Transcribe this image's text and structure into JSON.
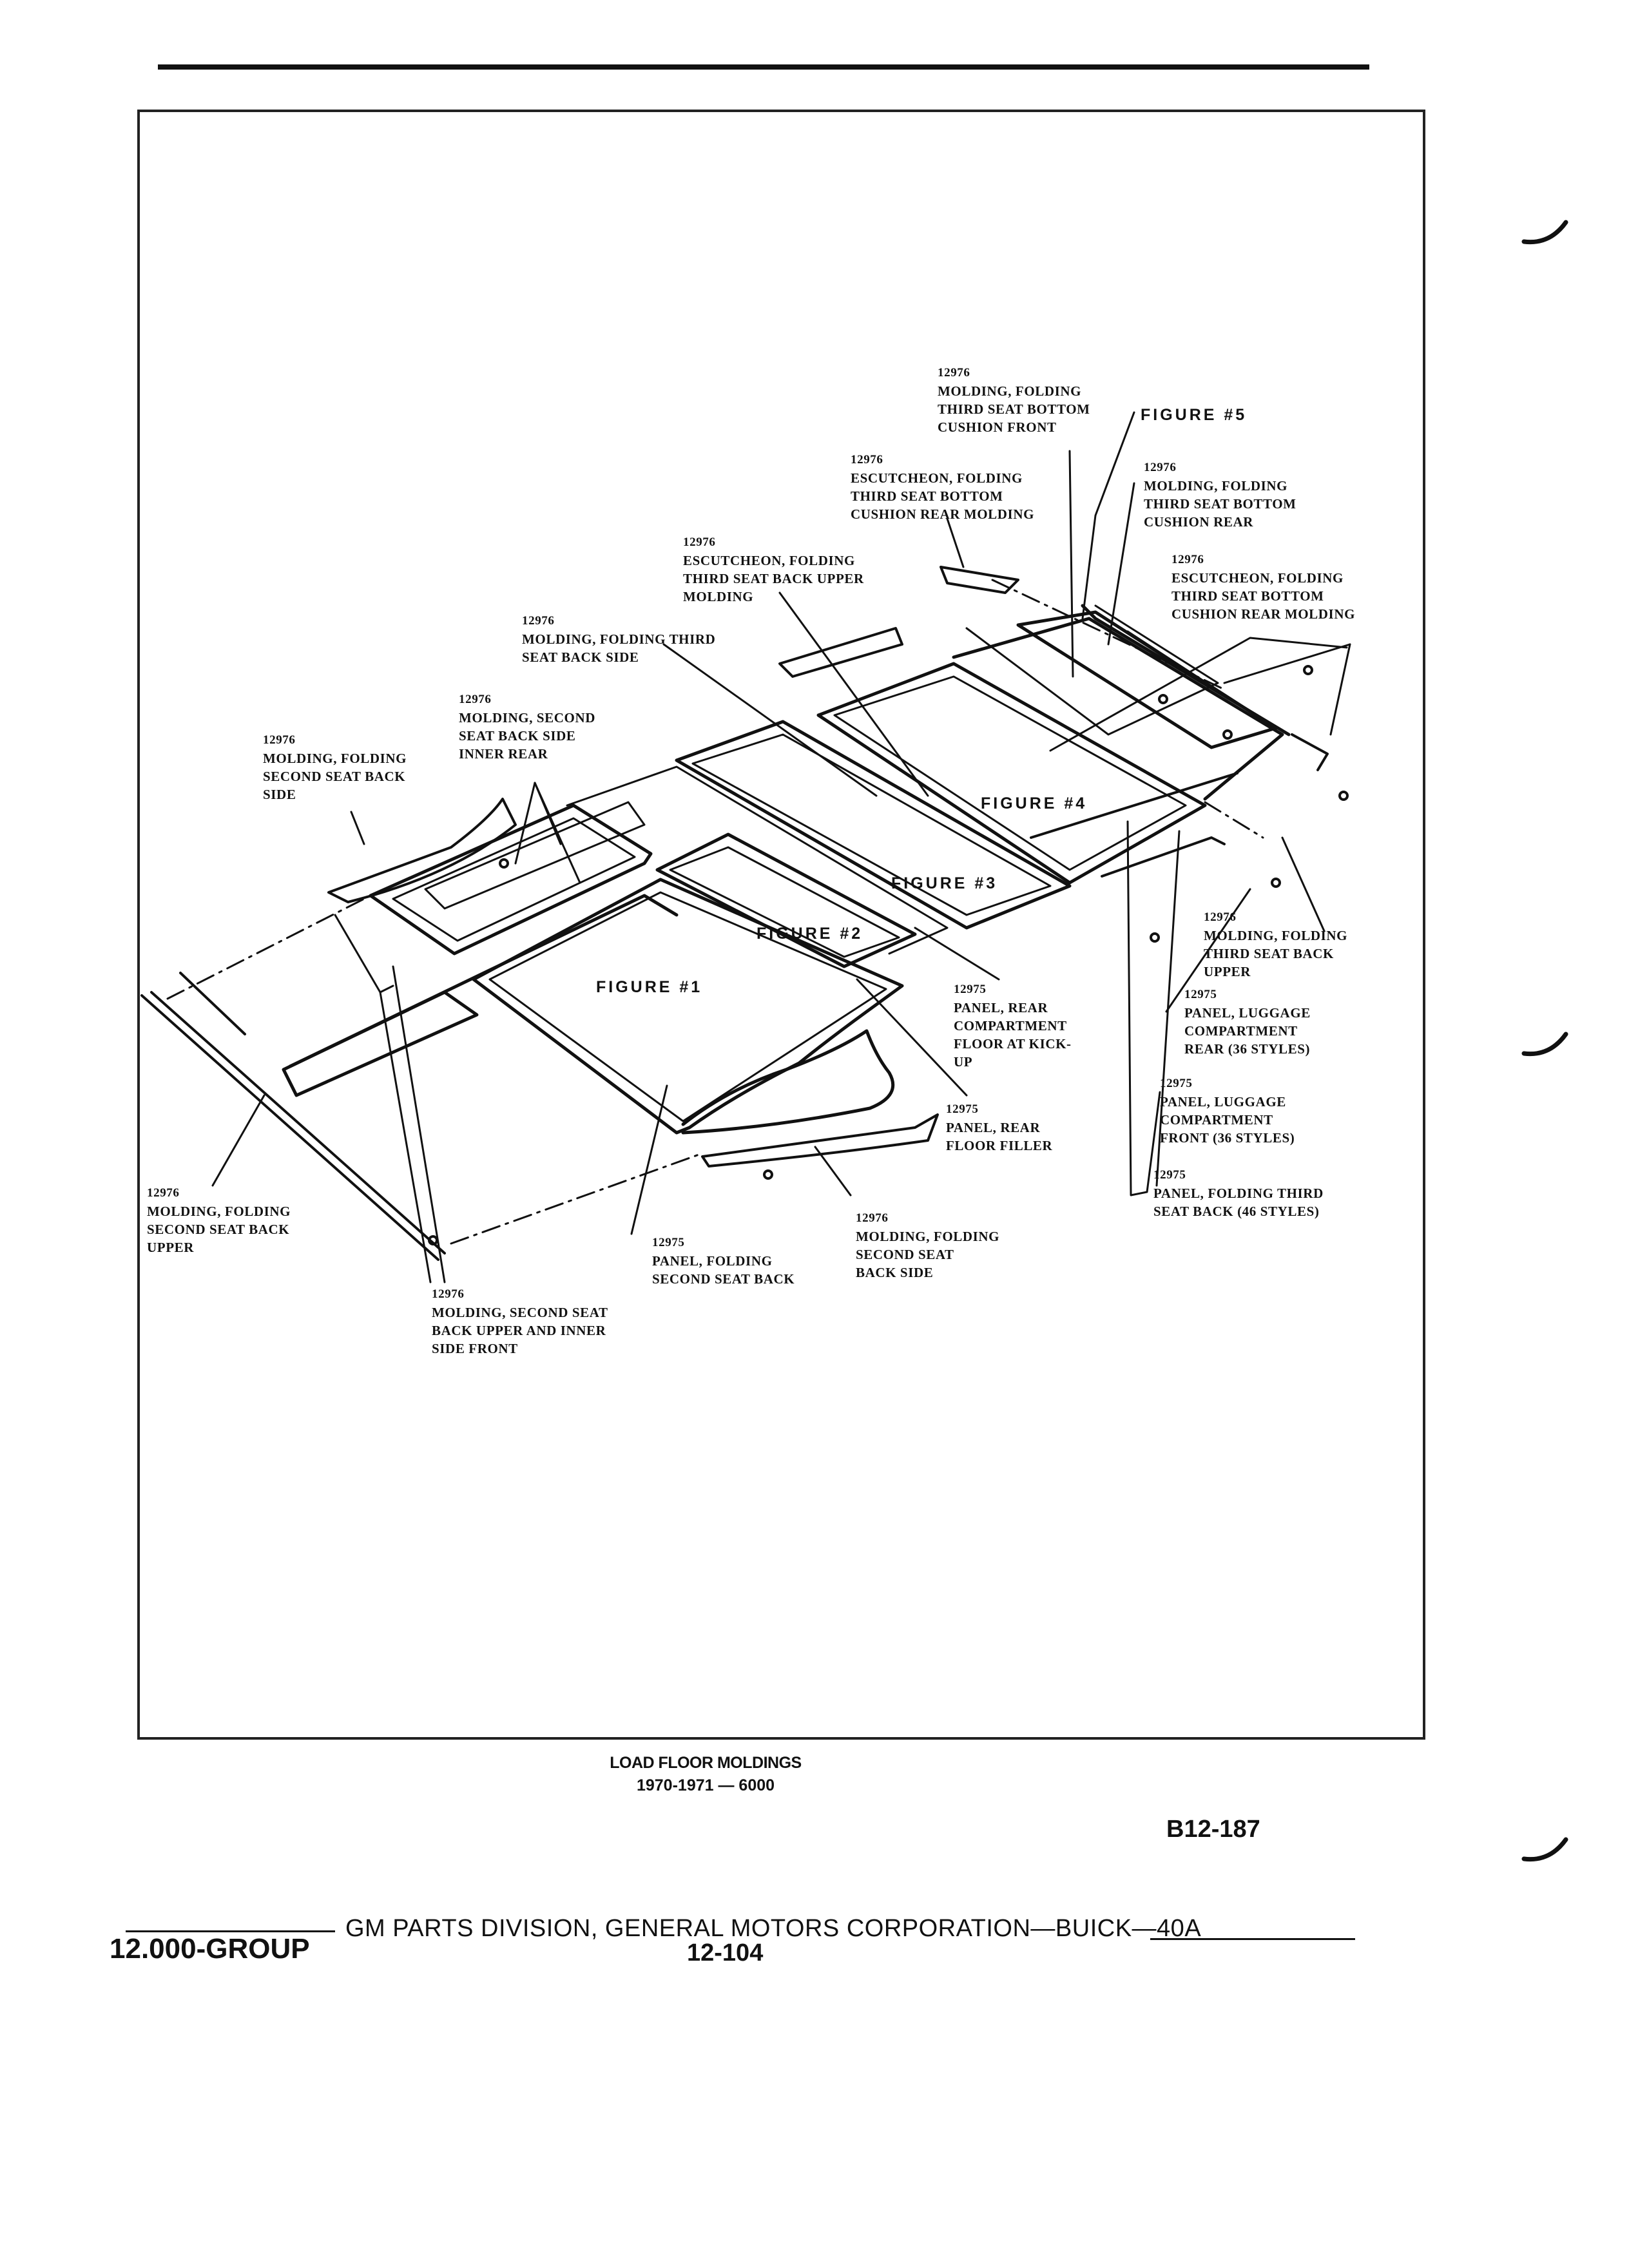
{
  "labels": [
    {
      "code": "12976",
      "desc": "MOLDING, FOLDING\nTHIRD SEAT BOTTOM\nCUSHION FRONT"
    },
    {
      "code": "12976",
      "desc": "ESCUTCHEON, FOLDING\nTHIRD SEAT BOTTOM\nCUSHION REAR MOLDING"
    },
    {
      "code": "12976",
      "desc": "MOLDING, FOLDING\nTHIRD SEAT BOTTOM\nCUSHION REAR"
    },
    {
      "code": "12976",
      "desc": "ESCUTCHEON, FOLDING\nTHIRD SEAT BACK UPPER\nMOLDING"
    },
    {
      "code": "12976",
      "desc": "ESCUTCHEON, FOLDING\nTHIRD SEAT BOTTOM\nCUSHION REAR MOLDING"
    },
    {
      "code": "12976",
      "desc": "MOLDING, FOLDING THIRD\nSEAT BACK SIDE"
    },
    {
      "code": "12976",
      "desc": "MOLDING, SECOND\nSEAT BACK SIDE\nINNER REAR"
    },
    {
      "code": "12976",
      "desc": "MOLDING, FOLDING\nSECOND SEAT BACK\nSIDE"
    },
    {
      "code": "12976",
      "desc": "MOLDING, FOLDING\nTHIRD SEAT BACK\nUPPER"
    },
    {
      "code": "12975",
      "desc": "PANEL, LUGGAGE\nCOMPARTMENT\nREAR (36 STYLES)"
    },
    {
      "code": "12975",
      "desc": "PANEL, REAR\nCOMPARTMENT\nFLOOR AT KICK-\nUP"
    },
    {
      "code": "12975",
      "desc": "PANEL, LUGGAGE\nCOMPARTMENT\nFRONT (36 STYLES)"
    },
    {
      "code": "12975",
      "desc": "PANEL, REAR\nFLOOR FILLER"
    },
    {
      "code": "12975",
      "desc": "PANEL, FOLDING THIRD\nSEAT BACK (46 STYLES)"
    },
    {
      "code": "12976",
      "desc": "MOLDING, FOLDING\nSECOND SEAT BACK\nUPPER"
    },
    {
      "code": "12976",
      "desc": "MOLDING, FOLDING\nSECOND SEAT\nBACK SIDE"
    },
    {
      "code": "12975",
      "desc": "PANEL, FOLDING\nSECOND SEAT BACK"
    },
    {
      "code": "12976",
      "desc": "MOLDING, SECOND SEAT\nBACK UPPER AND INNER\nSIDE FRONT"
    }
  ],
  "figures": {
    "fig1": "FIGURE #1",
    "fig2": "FIGURE #2",
    "fig3": "FIGURE #3",
    "fig4": "FIGURE #4",
    "fig5": "FIGURE #5"
  },
  "caption": {
    "title": "LOAD FLOOR MOLDINGS",
    "years": "1970-1971 — 6000"
  },
  "page_code": "B12-187",
  "footer": {
    "main": "GM PARTS DIVISION, GENERAL MOTORS CORPORATION—BUICK—40A",
    "group": "12.000-GROUP",
    "page": "12-104"
  }
}
